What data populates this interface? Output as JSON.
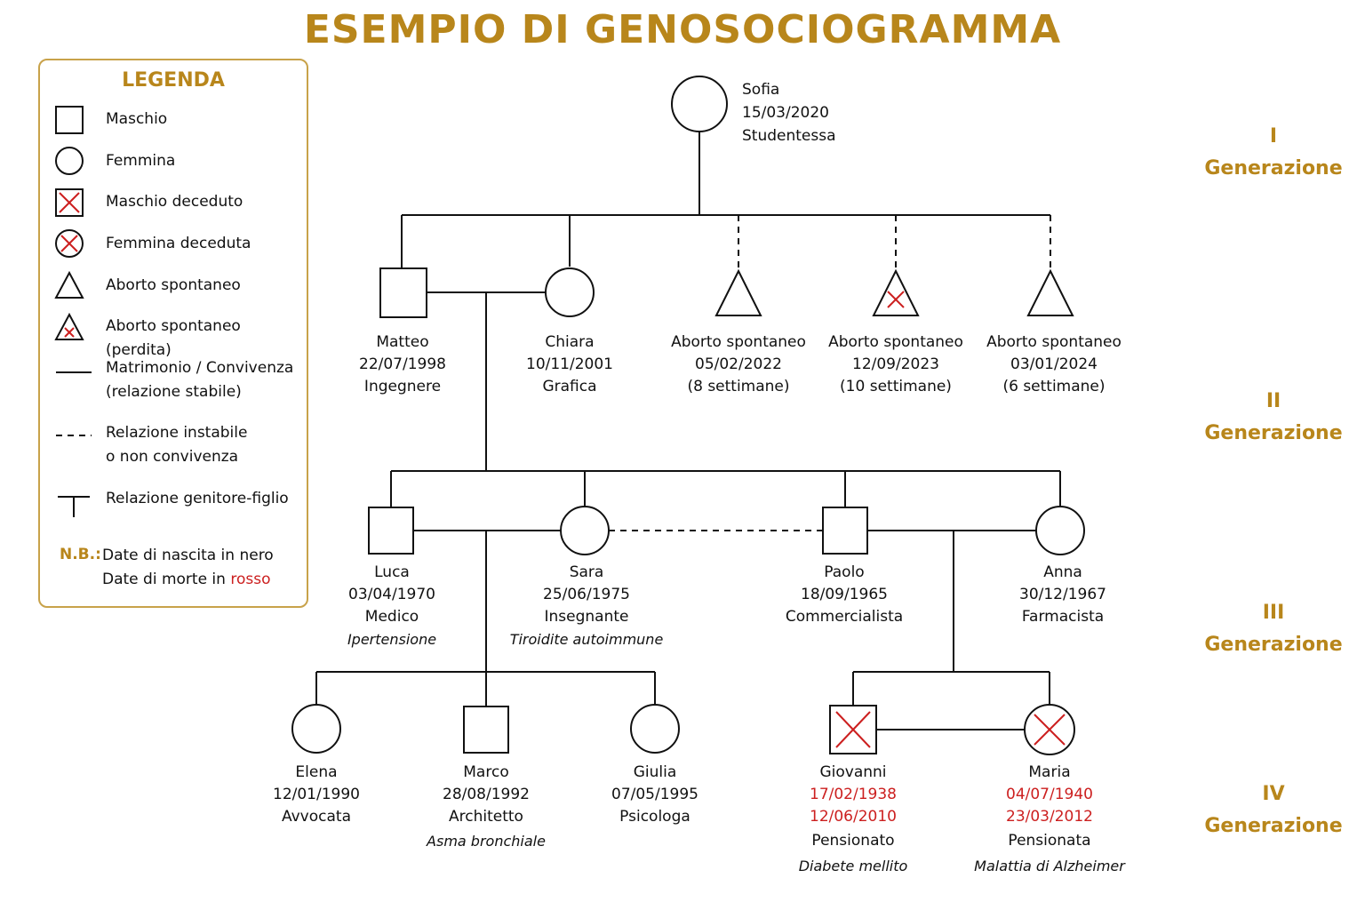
{
  "title": "ESEMPIO DI GENOSOCIOGRAMMA",
  "colors": {
    "accent": "#b8861b",
    "death": "#cc1f1f",
    "line": "#111111"
  },
  "legend": {
    "title": "LEGENDA",
    "items": [
      {
        "symbol": "square-icon",
        "label": "Maschio"
      },
      {
        "symbol": "circle-icon",
        "label": "Femmina"
      },
      {
        "symbol": "square-cross-icon",
        "label": "Maschio deceduto"
      },
      {
        "symbol": "circle-cross-icon",
        "label": "Femmina deceduta"
      },
      {
        "symbol": "triangle-icon",
        "label": "Aborto spontaneo"
      },
      {
        "symbol": "triangle-cross-icon",
        "label": "Aborto spontaneo (perdita)"
      },
      {
        "symbol": "solid-line-icon",
        "label": "Matrimonio / Convivenza",
        "label2": "(relazione stabile)"
      },
      {
        "symbol": "dashed-line-icon",
        "label": "Relazione instabile",
        "label2": "o non convivenza"
      },
      {
        "symbol": "t-line-icon",
        "label": "Relazione genitore-figlio"
      }
    ],
    "nb_label": "N.B.:",
    "nb_line1": "Date di nascita in nero",
    "nb_line2_prefix": "Date di morte in ",
    "nb_line2_red": "rosso"
  },
  "generations": [
    {
      "numeral": "I",
      "label": "Generazione"
    },
    {
      "numeral": "II",
      "label": "Generazione"
    },
    {
      "numeral": "III",
      "label": "Generazione"
    },
    {
      "numeral": "IV",
      "label": "Generazione"
    }
  ],
  "people": {
    "sofia": {
      "name": "Sofia",
      "birth": "15/03/2020",
      "role": "Studentessa"
    },
    "matteo": {
      "name": "Matteo",
      "birth": "22/07/1998",
      "role": "Ingegnere"
    },
    "chiara": {
      "name": "Chiara",
      "birth": "10/11/2001",
      "role": "Grafica"
    },
    "ab1": {
      "name": "Aborto spontaneo",
      "date": "05/02/2022",
      "weeks": "(8 settimane)"
    },
    "ab2": {
      "name": "Aborto spontaneo",
      "date": "12/09/2023",
      "weeks": "(10 settimane)"
    },
    "ab3": {
      "name": "Aborto spontaneo",
      "date": "03/01/2024",
      "weeks": "(6 settimane)"
    },
    "luca": {
      "name": "Luca",
      "birth": "03/04/1970",
      "role": "Medico",
      "condition": "Ipertensione"
    },
    "sara": {
      "name": "Sara",
      "birth": "25/06/1975",
      "role": "Insegnante",
      "condition": "Tiroidite autoimmune"
    },
    "paolo": {
      "name": "Paolo",
      "birth": "18/09/1965",
      "role": "Commercialista"
    },
    "anna": {
      "name": "Anna",
      "birth": "30/12/1967",
      "role": "Farmacista"
    },
    "elena": {
      "name": "Elena",
      "birth": "12/01/1990",
      "role": "Avvocata"
    },
    "marco": {
      "name": "Marco",
      "birth": "28/08/1992",
      "role": "Architetto",
      "condition": "Asma bronchiale"
    },
    "giulia": {
      "name": "Giulia",
      "birth": "07/05/1995",
      "role": "Psicologa"
    },
    "giovanni": {
      "name": "Giovanni",
      "birth": "17/02/1938",
      "death": "12/06/2010",
      "role": "Pensionato",
      "condition": "Diabete mellito"
    },
    "maria": {
      "name": "Maria",
      "birth": "04/07/1940",
      "death": "23/03/2012",
      "role": "Pensionata",
      "condition": "Malattia di Alzheimer"
    }
  }
}
